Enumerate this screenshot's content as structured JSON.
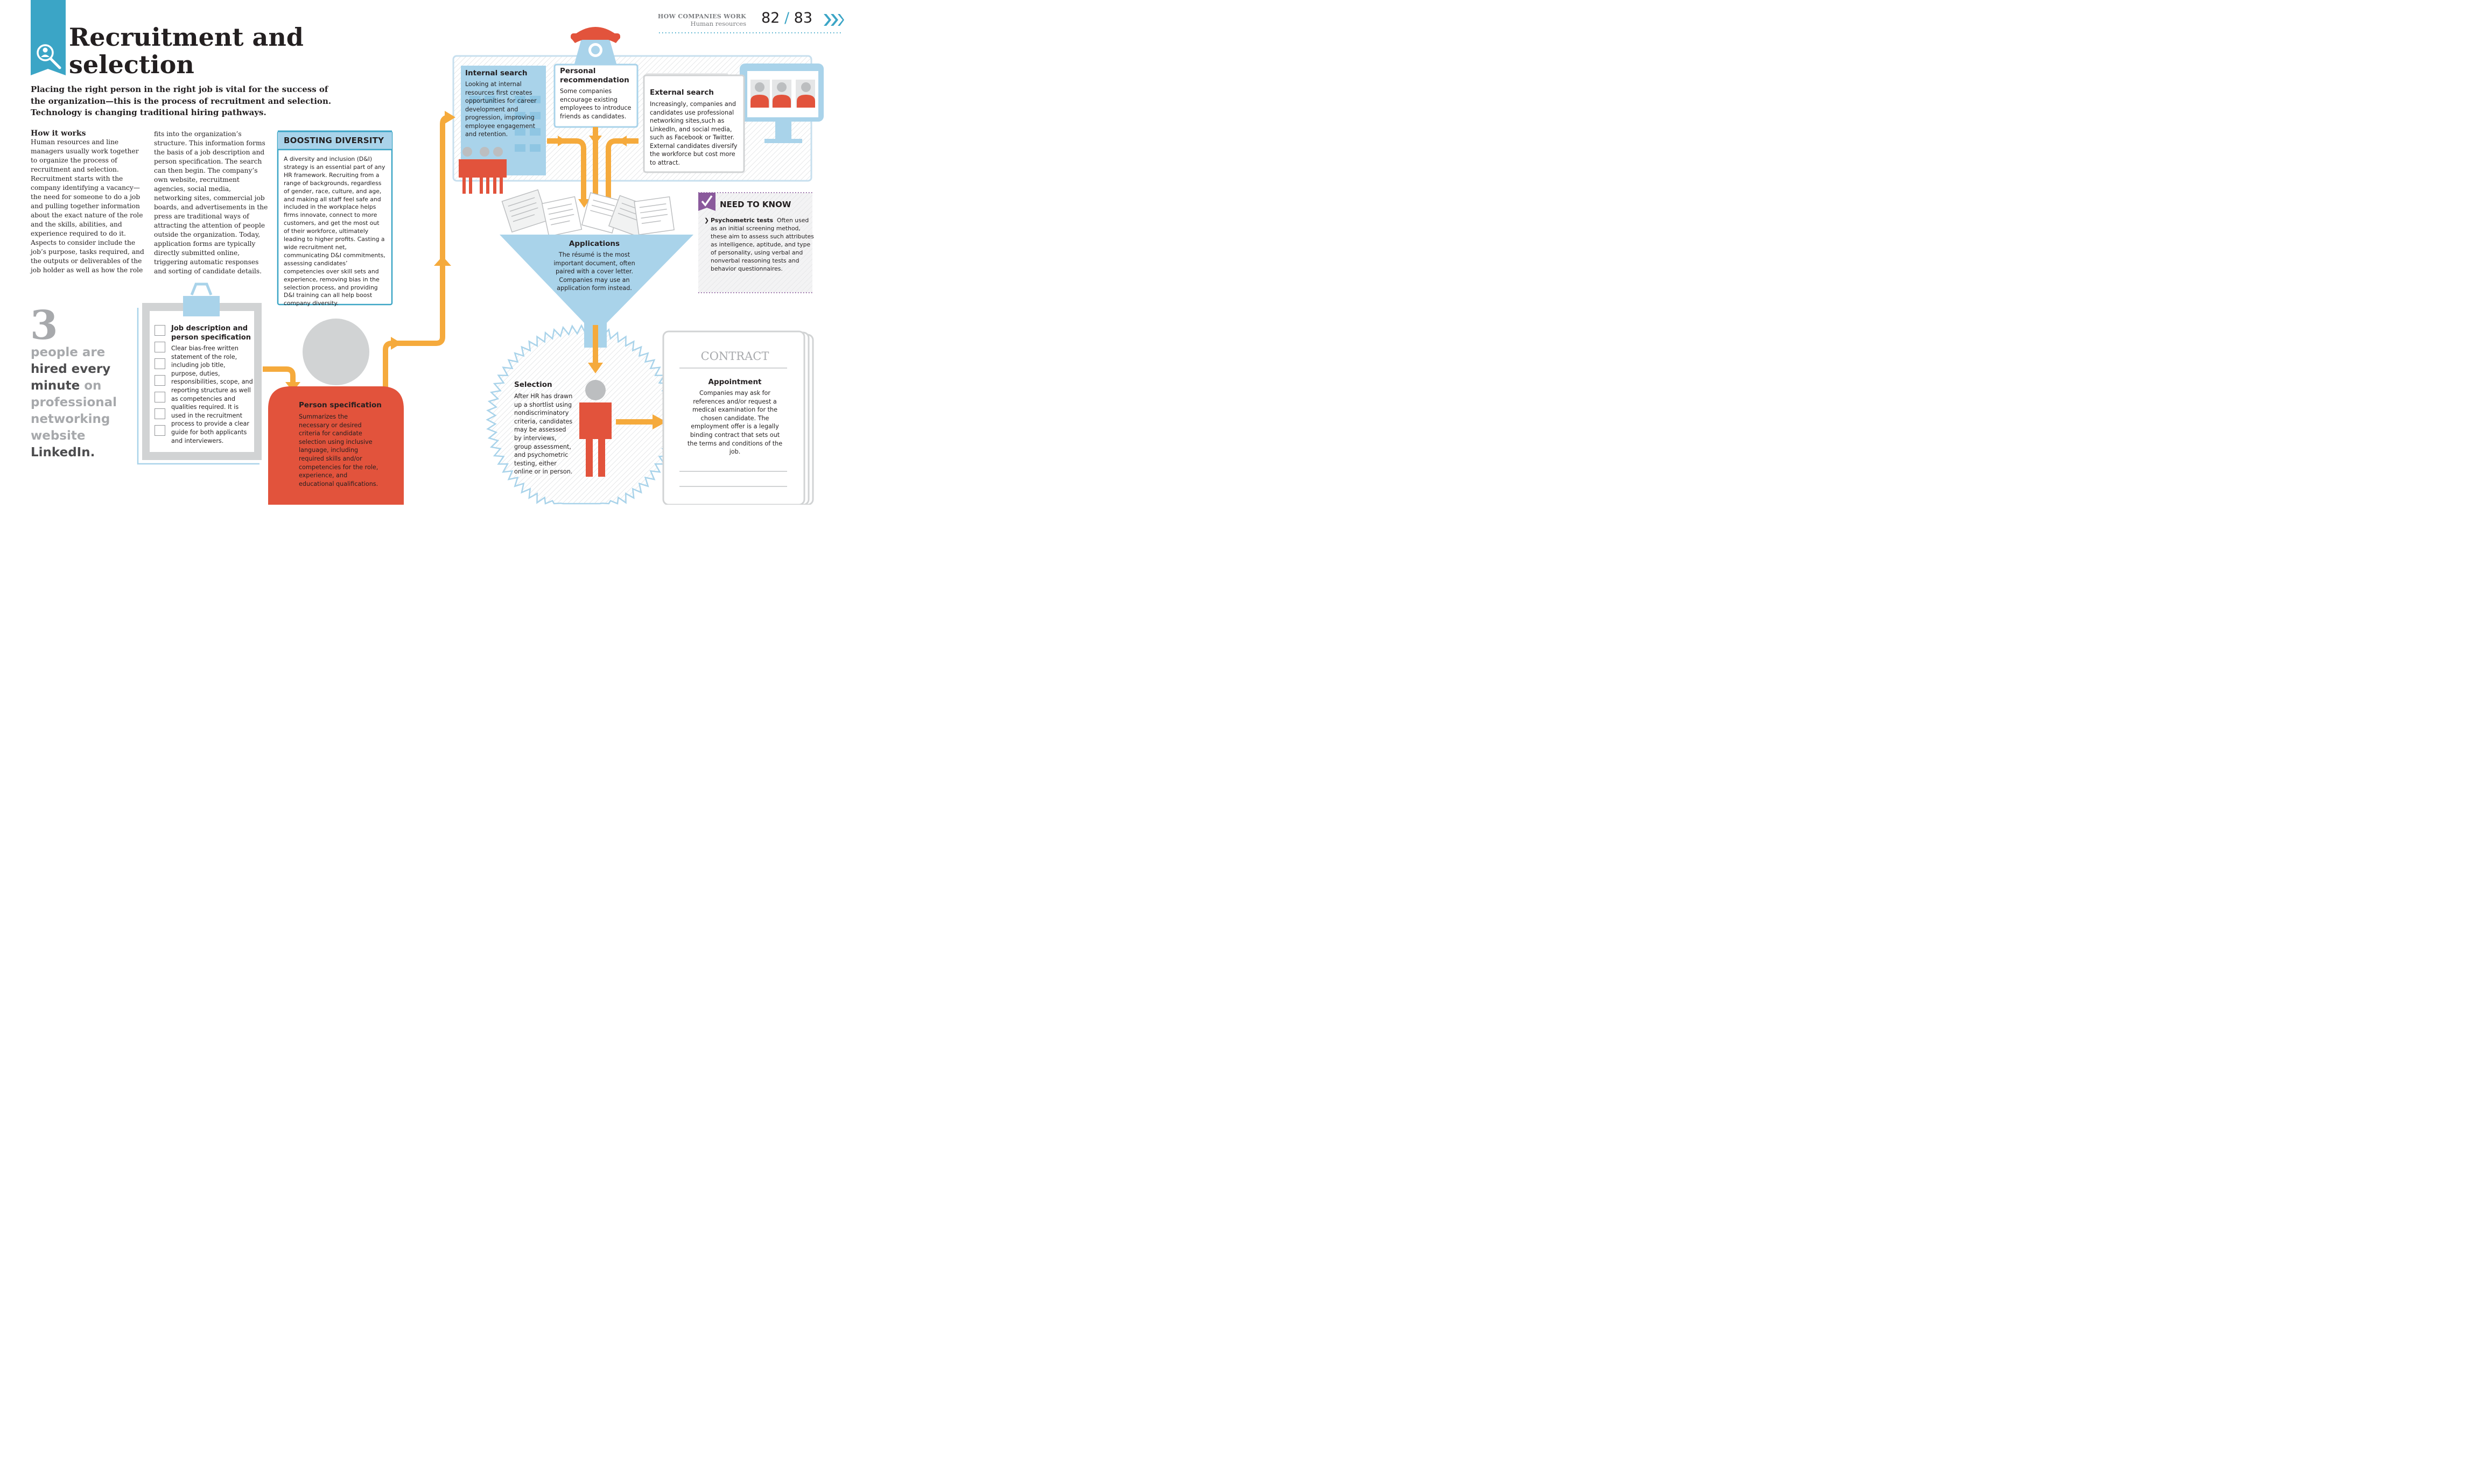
{
  "header": {
    "section": "HOW COMPANIES WORK",
    "subsection": "Human resources",
    "page_left": "82",
    "page_sep": "/",
    "page_right": "83"
  },
  "title": {
    "line1": "Recruitment and",
    "line2": "selection"
  },
  "intro": "Placing the right person in the right job is vital for the success of the organization—this is the process of recruitment and selection. Technology is changing traditional hiring pathways.",
  "how_it_works": {
    "heading": "How it works",
    "col1": "Human resources and line managers usually work together to organize the process of recruitment and selection. Recruitment starts with the company identifying a vacancy—the need for someone to do a job and pulling together information about the exact nature of the role and the skills, abilities, and experience required to do it. Aspects to consider include the job’s purpose, tasks required, and the outputs or deliverables of the job holder as well as how the role",
    "col2": "fits into the organization’s structure. This information forms the basis of a job description and person specification. The search can then begin. The company’s own website, recruitment agencies, social media, networking sites, commercial job boards, and advertisements in the press are traditional ways of attracting the attention of people outside the organization. Today, application forms are typically directly submitted online, triggering automatic responses and sorting of candidate details."
  },
  "boosting_diversity": {
    "heading": "BOOSTING DIVERSITY",
    "body": "A diversity and inclusion (D&I) strategy is an essential part of any HR framework. Recruiting from a range of backgrounds, regardless of gender, race, culture, and age, and making all staff feel safe and included in the workplace helps firms innovate, connect to more customers, and get the most out of their workforce, ultimately leading to higher profits. Casting a wide recruitment net, communicating D&I commitments, assessing candidates’ competencies over skill sets and experience, removing bias in the selection process, and providing D&I training can all help boost company diversity."
  },
  "stat": {
    "number": "3",
    "text_a": "people are",
    "text_b": "hired every",
    "text_c": "minute",
    "text_d": "on",
    "text_e": "professional",
    "text_f": "networking",
    "text_g": "website",
    "text_h": "LinkedIn."
  },
  "clipboard": {
    "heading": "Job description and person specification",
    "body": "Clear bias-free written statement of the role, including job title, purpose, duties, responsibilities, scope, and reporting structure as well as competencies and qualities required. It is used in the recruitment process to provide a clear guide for both applicants and interviewers."
  },
  "person_spec": {
    "heading": "Person specification",
    "body": "Summarizes the necessary or desired criteria for candidate selection using inclusive language, including required skills and/or competencies for the role, experience, and educational qualifications."
  },
  "internal_search": {
    "heading": "Internal search",
    "body": "Looking at internal resources first creates opportunities for career development and progression, improving employee engagement and retention."
  },
  "personal_recommendation": {
    "heading": "Personal recommendation",
    "body": "Some companies encourage existing employees to introduce friends as candidates."
  },
  "external_search": {
    "heading": "External search",
    "body": "Increasingly, companies and candidates use professional networking sites,such as LinkedIn, and social media, such as Facebook or Twitter. External candidates diversify the workforce but cost more to attract."
  },
  "need_to_know": {
    "heading": "NEED TO KNOW",
    "term": "Psychometric tests",
    "body": "Often used as an initial screening method, these aim to assess such attributes as intelligence, aptitude, and type of personality, using verbal and nonverbal reasoning tests and behavior questionnaires."
  },
  "applications": {
    "heading": "Applications",
    "body": "The résumé is the most important document, often paired with a cover letter. Companies may use an application form instead."
  },
  "selection": {
    "heading": "Selection",
    "body": "After HR has drawn up a shortlist using nondiscriminatory criteria, candidates may be assessed by interviews, group assessment, and psychometric testing, either online or in person."
  },
  "contract": {
    "label": "CONTRACT",
    "heading": "Appointment",
    "body": "Companies may ask for references and/or request a medical examination for the chosen candidate. The employment offer is a legally binding contract that sets out the terms and conditions of the job."
  },
  "colors": {
    "blue_light": "#a9d3ea",
    "blue_accent": "#3ba5c6",
    "orange": "#f5aa3c",
    "red": "#e2533c",
    "gray": "#d1d3d4",
    "purple": "#8a5a9c"
  },
  "icons": [
    "magnifier-person-icon",
    "telephone-icon",
    "check-icon",
    "arrow-icon"
  ]
}
